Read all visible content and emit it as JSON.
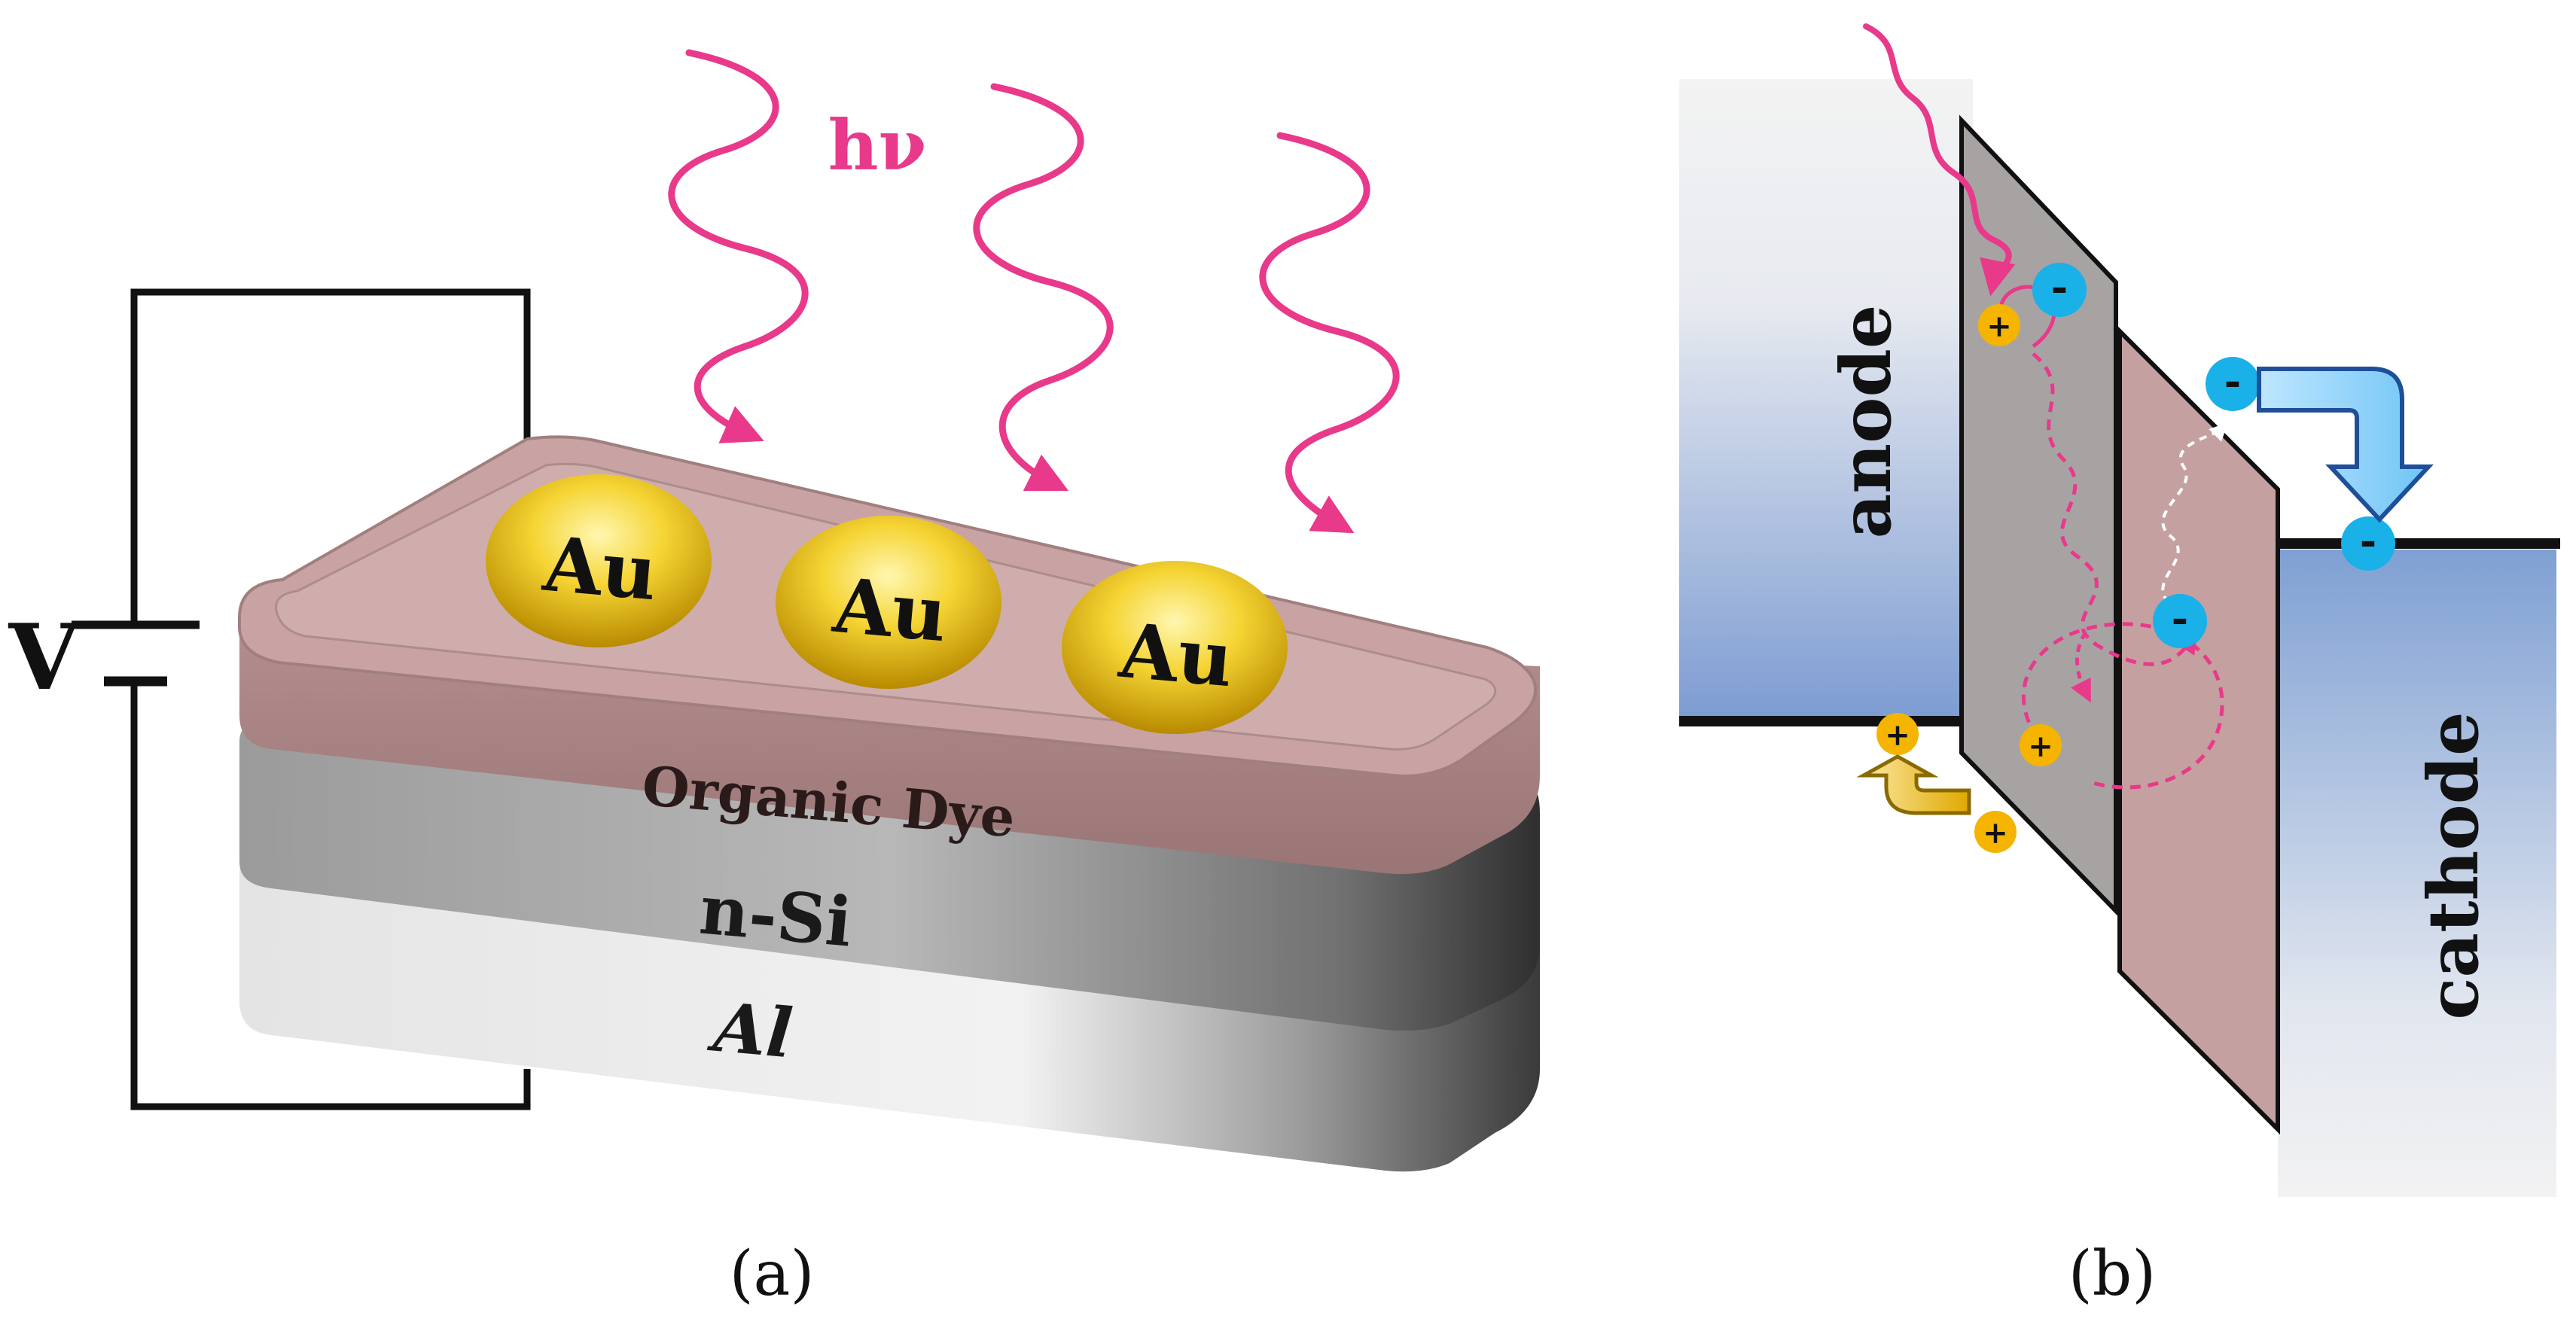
{
  "panel_a": {
    "caption": "(a)",
    "photon_label": "hν",
    "voltage_label": "V",
    "electrode_labels": [
      "Au",
      "Au",
      "Au"
    ],
    "layers": [
      "Organic Dye",
      "n-Si",
      "Al"
    ]
  },
  "panel_b": {
    "caption": "(b)",
    "anode_label": "anode",
    "cathode_label": "cathode",
    "electron_symbol": "-",
    "hole_symbol": "+"
  },
  "colors": {
    "photon": "#e8398a",
    "gold": "#f0c419",
    "dye": "#c9a3a3",
    "electron": "#1ab0e8",
    "hole": "#f4b400",
    "anode_top": "#f2f2f2",
    "anode_bottom": "#7f9ed4"
  }
}
